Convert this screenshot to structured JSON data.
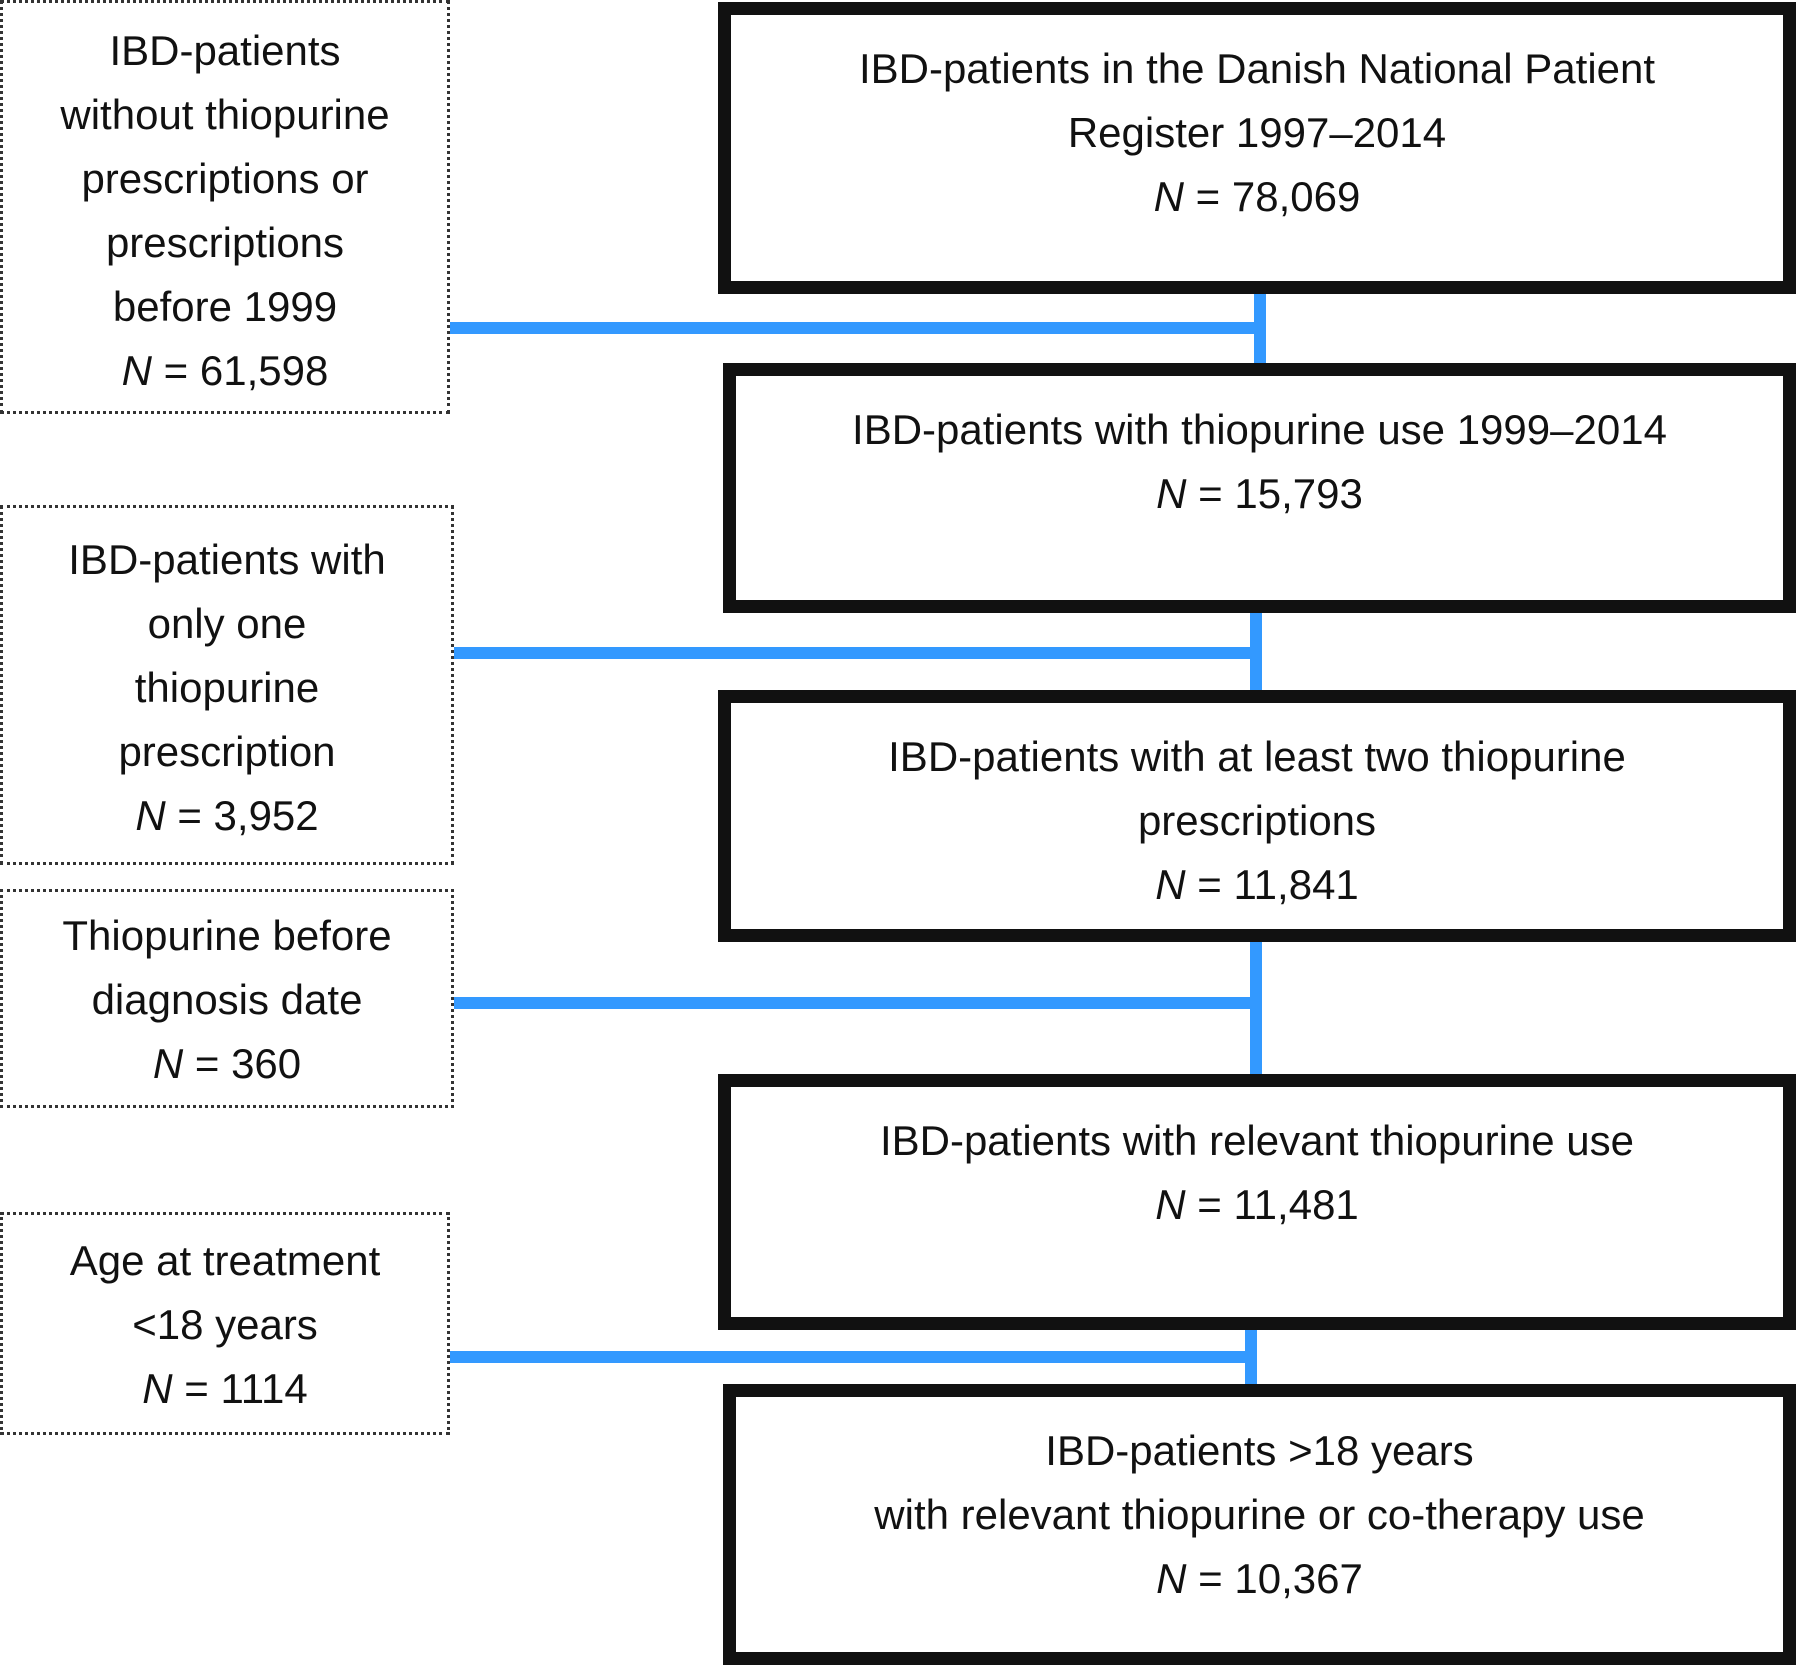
{
  "colors": {
    "connector": "#3399ff",
    "box_border": "#111111",
    "exclusion_border": "#333333"
  },
  "n_symbol": "N",
  "main_boxes": [
    {
      "lines": [
        "IBD-patients in the Danish National Patient",
        "Register 1997–2014"
      ],
      "n": "78,069"
    },
    {
      "lines": [
        "IBD-patients with thiopurine use 1999–2014"
      ],
      "n": "15,793"
    },
    {
      "lines": [
        "IBD-patients with at least two thiopurine",
        "prescriptions"
      ],
      "n": "11,841"
    },
    {
      "lines": [
        "IBD-patients with relevant thiopurine use"
      ],
      "n": "11,481"
    },
    {
      "lines": [
        "IBD-patients >18 years",
        "with relevant thiopurine or co-therapy use"
      ],
      "n": "10,367"
    }
  ],
  "exclusion_boxes": [
    {
      "lines": [
        "IBD-patients",
        "without thiopurine",
        "prescriptions or",
        "prescriptions",
        "before 1999"
      ],
      "n": "61,598"
    },
    {
      "lines": [
        "IBD-patients with",
        "only one",
        "thiopurine",
        "prescription"
      ],
      "n": "3,952"
    },
    {
      "lines": [
        "Thiopurine before",
        "diagnosis date"
      ],
      "n": "360"
    },
    {
      "lines": [
        "Age at treatment",
        "<18 years"
      ],
      "n": "1114"
    }
  ]
}
